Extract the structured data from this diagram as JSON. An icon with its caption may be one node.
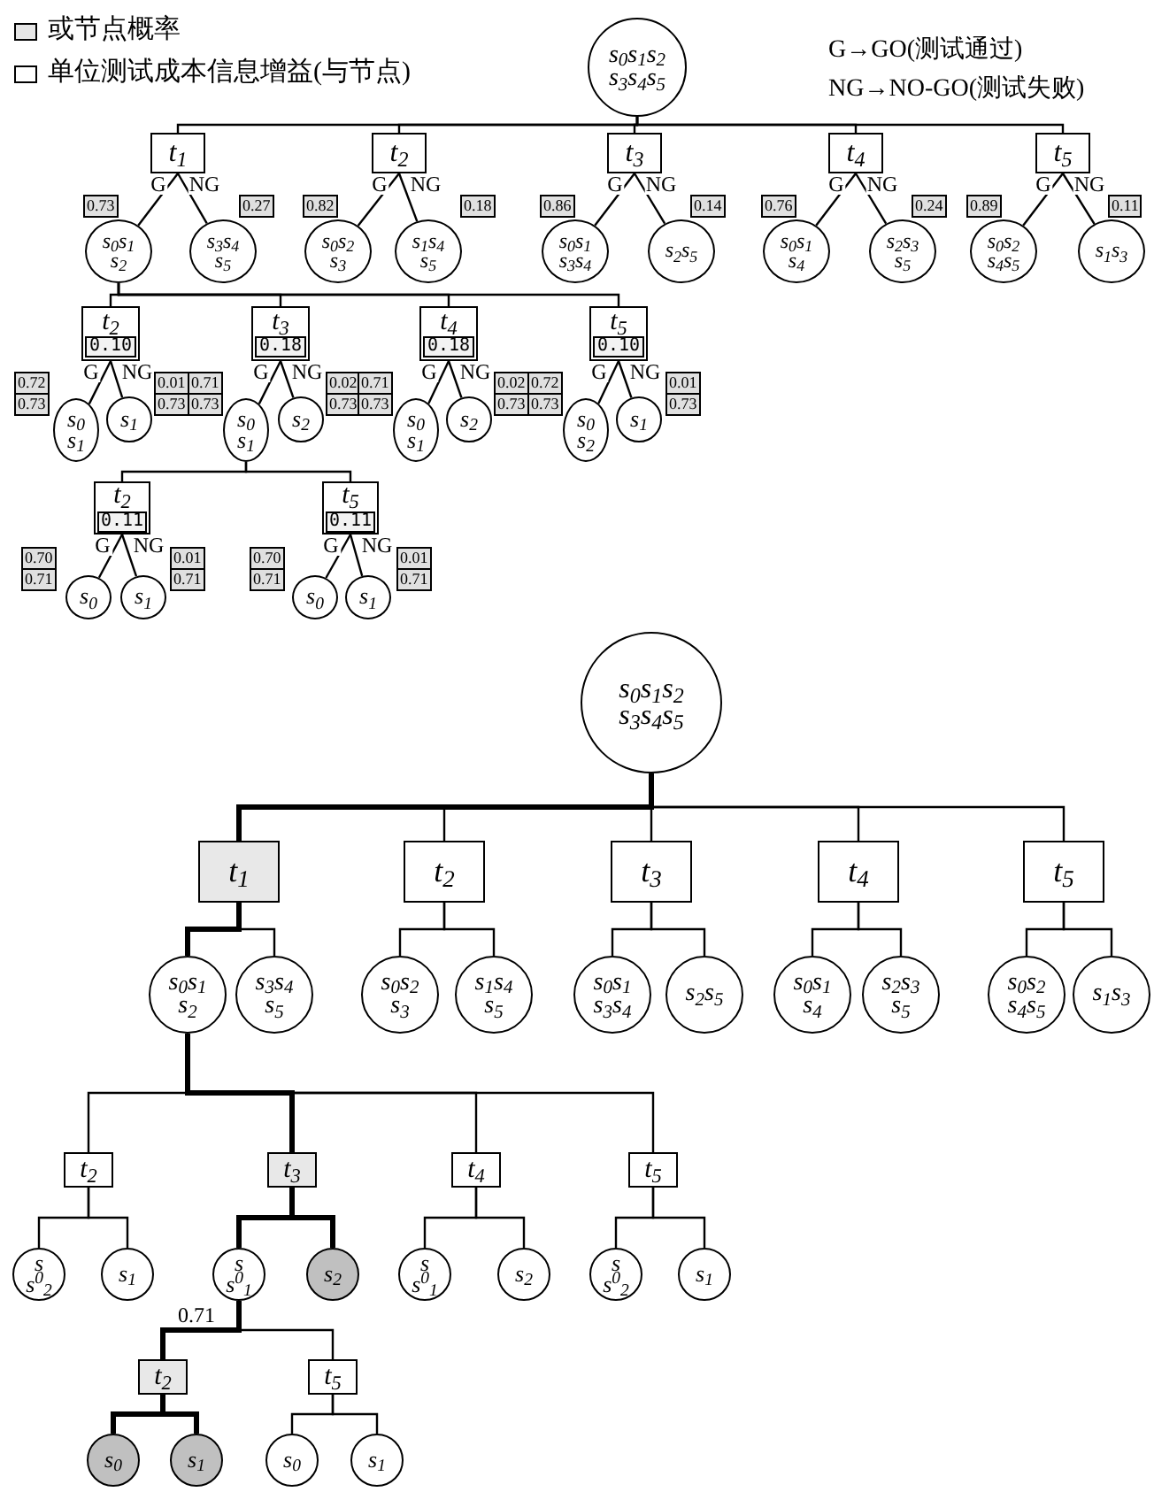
{
  "diagram": {
    "nodes": [
      {
        "text": [
          "s$_{0}$s$_{1}$s$_{2}$ s$_{3}$s$_{4}$s$_{5}$"
        ]
      },
      {
        "text": [
          "t$_{1}$"
        ]
      },
      {
        "text": [
          "t$_{2}$"
        ]
      },
      {
        "text": [
          "t$_{3}$"
        ]
      },
      {
        "text": [
          "t$_{4}$"
        ]
      },
      {
        "text": [
          "t$_{5}$"
        ]
      },
      {
        "text": [
          "s$_{0}$s$_{1}$ s$_{2}$"
        ],
        "beside": [
          "0.73"
        ]
      },
      {
        "text": [
          "s$_{3}$s$_{4}$ s$_{5}$"
        ],
        "beside": [
          "0.27"
        ]
      },
      {
        "text": [
          "s$_{0}$s$_{2}$ s$_{3}$"
        ],
        "beside": [
          "0.82"
        ]
      },
      {
        "text": [
          "s$_{1}$s$_{4}$ s$_{5}$"
        ],
        "beside": [
          "0.18"
        ]
      },
      {
        "text": [
          "s$_{0}$s$_{1}$ s$_{3}$s$_{4}$"
        ],
        "beside": [
          "0.86"
        ]
      },
      {
        "text": [
          "s$_{2}$s$_{5}$"
        ],
        "beside": [
          "0.14"
        ]
      },
      {
        "text": [
          "s$_{0}$s$_{1}$ s$_{4}$"
        ],
        "beside": [
          "0.76"
        ]
      },
      {
        "text": [
          "s$_{2}$s$_{3}$ s$_{5}$"
        ],
        "beside": [
          "0.24"
        ]
      },
      {
        "text": [
          "s$_{0}$s$_{2}$ s$_{4}$s$_{5}$"
        ],
        "beside": [
          "0.89"
        ]
      },
      {
        "text": [
          "s$_{1}$s$_{3}$"
        ],
        "beside": [
          "0.11"
        ]
      },
      {
        "text": [
          "t$_{2}$",
          "0.10"
        ]
      },
      {
        "text": [
          "t$_{3}$",
          "0.18"
        ]
      },
      {
        "text": [
          "t$_{4}$",
          "0.18"
        ]
      },
      {
        "text": [
          "t$_{5}$",
          "0.10"
        ]
      },
      {
        "text": [
          "s$_{0}$ s$_{1}$"
        ],
        "beside": [
          "0.72",
          "0.73"
        ]
      },
      {
        "text": [
          "s$_{1}$"
        ],
        "beside": [
          "0.01",
          "0.73"
        ]
      },
      {
        "text": [
          "s$_{0}$ s$_{1}$"
        ],
        "beside": [
          "0.71",
          "0.73"
        ]
      },
      {
        "text": [
          "s$_{2}$"
        ],
        "beside": [
          "0.02",
          "0.73"
        ]
      },
      {
        "text": [
          "s$_{0}$ s$_{1}$"
        ],
        "beside": [
          "0.71",
          "0.73"
        ]
      },
      {
        "text": [
          "s$_{2}$"
        ],
        "beside": [
          "0.02",
          "0.73"
        ]
      },
      {
        "text": [
          "s$_{0}$ s$_{2}$"
        ],
        "beside": [
          "0.72",
          "0.73"
        ]
      },
      {
        "text": [
          "s$_{1}$"
        ],
        "beside": [
          "0.01",
          "0.73"
        ]
      },
      {
        "text": [
          "t$_{2}$",
          "0.11"
        ]
      },
      {
        "text": [
          "t$_{5}$",
          "0.11"
        ]
      },
      {
        "text": [
          "s$_{0}$"
        ],
        "beside": [
          "0.70",
          "0.71"
        ]
      },
      {
        "text": [
          "s$_{1}$"
        ],
        "beside": [
          "0.01",
          "0.71"
        ]
      },
      {
        "text": [
          "s$_{0}$"
        ],
        "beside": [
          "0.70",
          "0.71"
        ]
      },
      {
        "text": [
          "s$_{1}$"
        ],
        "beside": [
          "0.01",
          "0.71"
        ]
      },
      {
        "text": [
          "s$_{0}$s$_{1}$s$_{2}$ s$_{3}$s$_{4}$s$_{5}$"
        ]
      },
      {
        "text": [
          "t$_{1}$"
        ]
      },
      {
        "text": [
          "t$_{2}$"
        ]
      },
      {
        "text": [
          "t$_{3}$"
        ]
      },
      {
        "text": [
          "t$_{4}$"
        ]
      },
      {
        "text": [
          "t$_{5}$"
        ]
      },
      {
        "text": [
          "s$_{0}$s$_{1}$ s$_{2}$"
        ]
      },
      {
        "text": [
          "s$_{3}$s$_{4}$ s$_{5}$"
        ]
      },
      {
        "text": [
          "s$_{0}$s$_{2}$ s$_{3}$"
        ]
      },
      {
        "text": [
          "s$_{1}$s$_{4}$ s$_{5}$"
        ]
      },
      {
        "text": [
          "s$_{0}$s$_{1}$ s$_{3}$s$_{4}$"
        ]
      },
      {
        "text": [
          "s$_{2}$s$_{5}$"
        ]
      },
      {
        "text": [
          "s$_{0}$s$_{1}$ s$_{4}$"
        ]
      },
      {
        "text": [
          "s$_{2}$s$_{3}$ s$_{5}$"
        ]
      },
      {
        "text": [
          "s$_{0}$s$_{2}$ s$_{4}$s$_{5}$"
        ]
      },
      {
        "text": [
          "s$_{1}$s$_{3}$"
        ]
      },
      {
        "text": [
          "t$_{2}$"
        ]
      },
      {
        "text": [
          "t$_{3}$"
        ]
      },
      {
        "text": [
          "t$_{4}$"
        ]
      },
      {
        "text": [
          "t$_{5}$"
        ]
      },
      {
        "text": [
          "s s$^{0}$$_{2}$"
        ]
      },
      {
        "text": [
          "s$_{1}$"
        ]
      },
      {
        "text": [
          "s s$^{0}$$_{1}$"
        ]
      },
      {
        "text": [
          "s$_{2}$"
        ]
      },
      {
        "text": [
          "s s$^{0}$$_{1}$"
        ]
      },
      {
        "text": [
          "s$_{2}$"
        ]
      },
      {
        "text": [
          "s s$^{0}$$_{2}$"
        ]
      },
      {
        "text": [
          "s$_{1}$"
        ]
      },
      {
        "text": [
          "t$_{2}$"
        ]
      },
      {
        "text": [
          "t$_{5}$"
        ]
      },
      {
        "text": [
          "s$_{0}$"
        ]
      },
      {
        "text": [
          "s$_{1}$"
        ]
      },
      {
        "text": [
          "s$_{0}$"
        ]
      },
      {
        "text": [
          "s$_{1}$"
        ]
      }
    ],
    "edges": [
      {
        "from": 0,
        "to": 1,
        "arrow": "none"
      },
      {
        "from": 0,
        "to": 2,
        "arrow": "none"
      },
      {
        "from": 0,
        "to": 3,
        "arrow": "none"
      },
      {
        "from": 0,
        "to": 4,
        "arrow": "none"
      },
      {
        "from": 0,
        "to": 5,
        "arrow": "none"
      },
      {
        "from": 1,
        "to": 6,
        "arrow": "none",
        "label": "G"
      },
      {
        "from": 1,
        "to": 7,
        "arrow": "none",
        "label": "NG"
      },
      {
        "from": 2,
        "to": 8,
        "arrow": "none",
        "label": "G"
      },
      {
        "from": 2,
        "to": 9,
        "arrow": "none",
        "label": "NG"
      },
      {
        "from": 3,
        "to": 10,
        "arrow": "none",
        "label": "G"
      },
      {
        "from": 3,
        "to": 11,
        "arrow": "none",
        "label": "NG"
      },
      {
        "from": 4,
        "to": 12,
        "arrow": "none",
        "label": "G"
      },
      {
        "from": 4,
        "to": 13,
        "arrow": "none",
        "label": "NG"
      },
      {
        "from": 5,
        "to": 14,
        "arrow": "none",
        "label": "G"
      },
      {
        "from": 5,
        "to": 15,
        "arrow": "none",
        "label": "NG"
      },
      {
        "from": 6,
        "to": 16,
        "arrow": "none"
      },
      {
        "from": 6,
        "to": 17,
        "arrow": "none"
      },
      {
        "from": 6,
        "to": 18,
        "arrow": "none"
      },
      {
        "from": 6,
        "to": 19,
        "arrow": "none"
      },
      {
        "from": 16,
        "to": 20,
        "arrow": "none",
        "label": "G"
      },
      {
        "from": 16,
        "to": 21,
        "arrow": "none",
        "label": "NG"
      },
      {
        "from": 17,
        "to": 22,
        "arrow": "none",
        "label": "G"
      },
      {
        "from": 17,
        "to": 23,
        "arrow": "none",
        "label": "NG"
      },
      {
        "from": 18,
        "to": 24,
        "arrow": "none",
        "label": "G"
      },
      {
        "from": 18,
        "to": 25,
        "arrow": "none",
        "label": "NG"
      },
      {
        "from": 19,
        "to": 26,
        "arrow": "none",
        "label": "G"
      },
      {
        "from": 19,
        "to": 27,
        "arrow": "none",
        "label": "NG"
      },
      {
        "from": 22,
        "to": 28,
        "arrow": "none"
      },
      {
        "from": 22,
        "to": 29,
        "arrow": "none"
      },
      {
        "from": 28,
        "to": 30,
        "arrow": "none",
        "label": "G"
      },
      {
        "from": 28,
        "to": 31,
        "arrow": "none",
        "label": "NG"
      },
      {
        "from": 29,
        "to": 32,
        "arrow": "none",
        "label": "G"
      },
      {
        "from": 29,
        "to": 33,
        "arrow": "none",
        "label": "NG"
      },
      {
        "from": 34,
        "to": 35,
        "arrow": "none",
        "style": "thick"
      },
      {
        "from": 34,
        "to": 36,
        "arrow": "none"
      },
      {
        "from": 34,
        "to": 37,
        "arrow": "none"
      },
      {
        "from": 34,
        "to": 38,
        "arrow": "none"
      },
      {
        "from": 34,
        "to": 39,
        "arrow": "none"
      },
      {
        "from": 35,
        "to": 40,
        "arrow": "none",
        "style": "thick"
      },
      {
        "from": 35,
        "to": 41,
        "arrow": "none"
      },
      {
        "from": 36,
        "to": 42,
        "arrow": "none"
      },
      {
        "from": 36,
        "to": 43,
        "arrow": "none"
      },
      {
        "from": 37,
        "to": 44,
        "arrow": "none"
      },
      {
        "from": 37,
        "to": 45,
        "arrow": "none"
      },
      {
        "from": 38,
        "to": 46,
        "arrow": "none"
      },
      {
        "from": 38,
        "to": 47,
        "arrow": "none"
      },
      {
        "from": 39,
        "to": 48,
        "arrow": "none"
      },
      {
        "from": 39,
        "to": 49,
        "arrow": "none"
      },
      {
        "from": 40,
        "to": 50,
        "arrow": "none"
      },
      {
        "from": 40,
        "to": 51,
        "arrow": "none",
        "style": "thick"
      },
      {
        "from": 40,
        "to": 52,
        "arrow": "none"
      },
      {
        "from": 40,
        "to": 53,
        "arrow": "none"
      },
      {
        "from": 50,
        "to": 54,
        "arrow": "none"
      },
      {
        "from": 50,
        "to": 55,
        "arrow": "none"
      },
      {
        "from": 51,
        "to": 56,
        "arrow": "none",
        "style": "thick"
      },
      {
        "from": 51,
        "to": 57,
        "arrow": "none",
        "style": "thick"
      },
      {
        "from": 52,
        "to": 58,
        "arrow": "none"
      },
      {
        "from": 52,
        "to": 59,
        "arrow": "none"
      },
      {
        "from": 53,
        "to": 60,
        "arrow": "none"
      },
      {
        "from": 53,
        "to": 61,
        "arrow": "none"
      },
      {
        "from": 56,
        "to": 62,
        "arrow": "none",
        "style": "thick",
        "label": "0.71"
      },
      {
        "from": 56,
        "to": 63,
        "arrow": "none"
      },
      {
        "from": 62,
        "to": 64,
        "arrow": "none",
        "style": "thick"
      },
      {
        "from": 62,
        "to": 65,
        "arrow": "none",
        "style": "thick"
      },
      {
        "from": 63,
        "to": 66,
        "arrow": "none"
      },
      {
        "from": 63,
        "to": 67,
        "arrow": "none"
      }
    ],
    "labels": [
      "G→GO(测试通过)",
      "NG→NO-GO(测试失败)"
    ],
    "legend": [
      {
        "text": "或节点概率",
        "color": "#e6e6e6"
      },
      {
        "text": "单位测试成本信息增益(与节点)",
        "color": "#ffffff"
      }
    ]
  }
}
